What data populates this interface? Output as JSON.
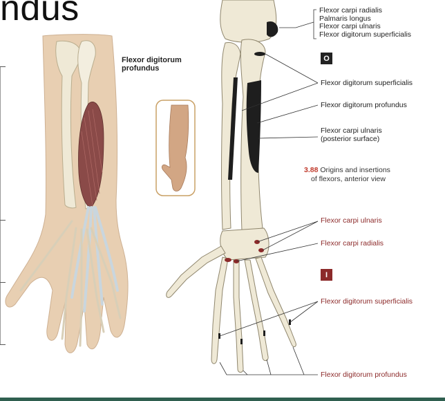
{
  "title": "ndus",
  "muscle_heading": [
    "Flexor digitorum",
    "profundus"
  ],
  "origin_box": "O",
  "insertion_box": "I",
  "caption": {
    "figure_number": "3.88",
    "line1_rest": "Origins and insertions",
    "line2": "of flexors, anterior view"
  },
  "labels": {
    "top_group": [
      "Flexor carpi radialis",
      "Palmaris longus",
      "Flexor carpi ulnaris",
      "Flexor digitorum superficialis"
    ],
    "origin_fds": "Flexor digitorum superficialis",
    "origin_fdp": "Flexor digitorum profundus",
    "origin_fcu": [
      "Flexor carpi ulnaris",
      "(posterior surface)"
    ],
    "ins_fcu": "Flexor carpi ulnaris",
    "ins_fcr": "Flexor carpi radialis",
    "ins_fds": "Flexor digitorum superficialis",
    "ins_fdp": "Flexor digitorum profundus"
  },
  "colors": {
    "origin": "#1e1e1e",
    "insertion": "#8c2a2a",
    "skin": "#e8cfb2",
    "bone": "#efe9d6",
    "muscle": "#8a4a48",
    "tendon": "#c9d6de"
  }
}
